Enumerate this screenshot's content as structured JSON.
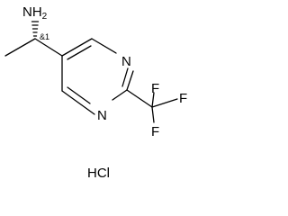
{
  "molecule": {
    "atoms": {
      "amine": "NH",
      "amine_subscript": "2",
      "stereo_flag": "&1",
      "ring_n_top": "N",
      "ring_n_bottom": "N",
      "fluorine_right": "F",
      "fluorine_top": "F",
      "fluorine_bottom": "F"
    },
    "salt": "HCl",
    "colors": {
      "ink": "#000000",
      "background": "#ffffff"
    }
  }
}
